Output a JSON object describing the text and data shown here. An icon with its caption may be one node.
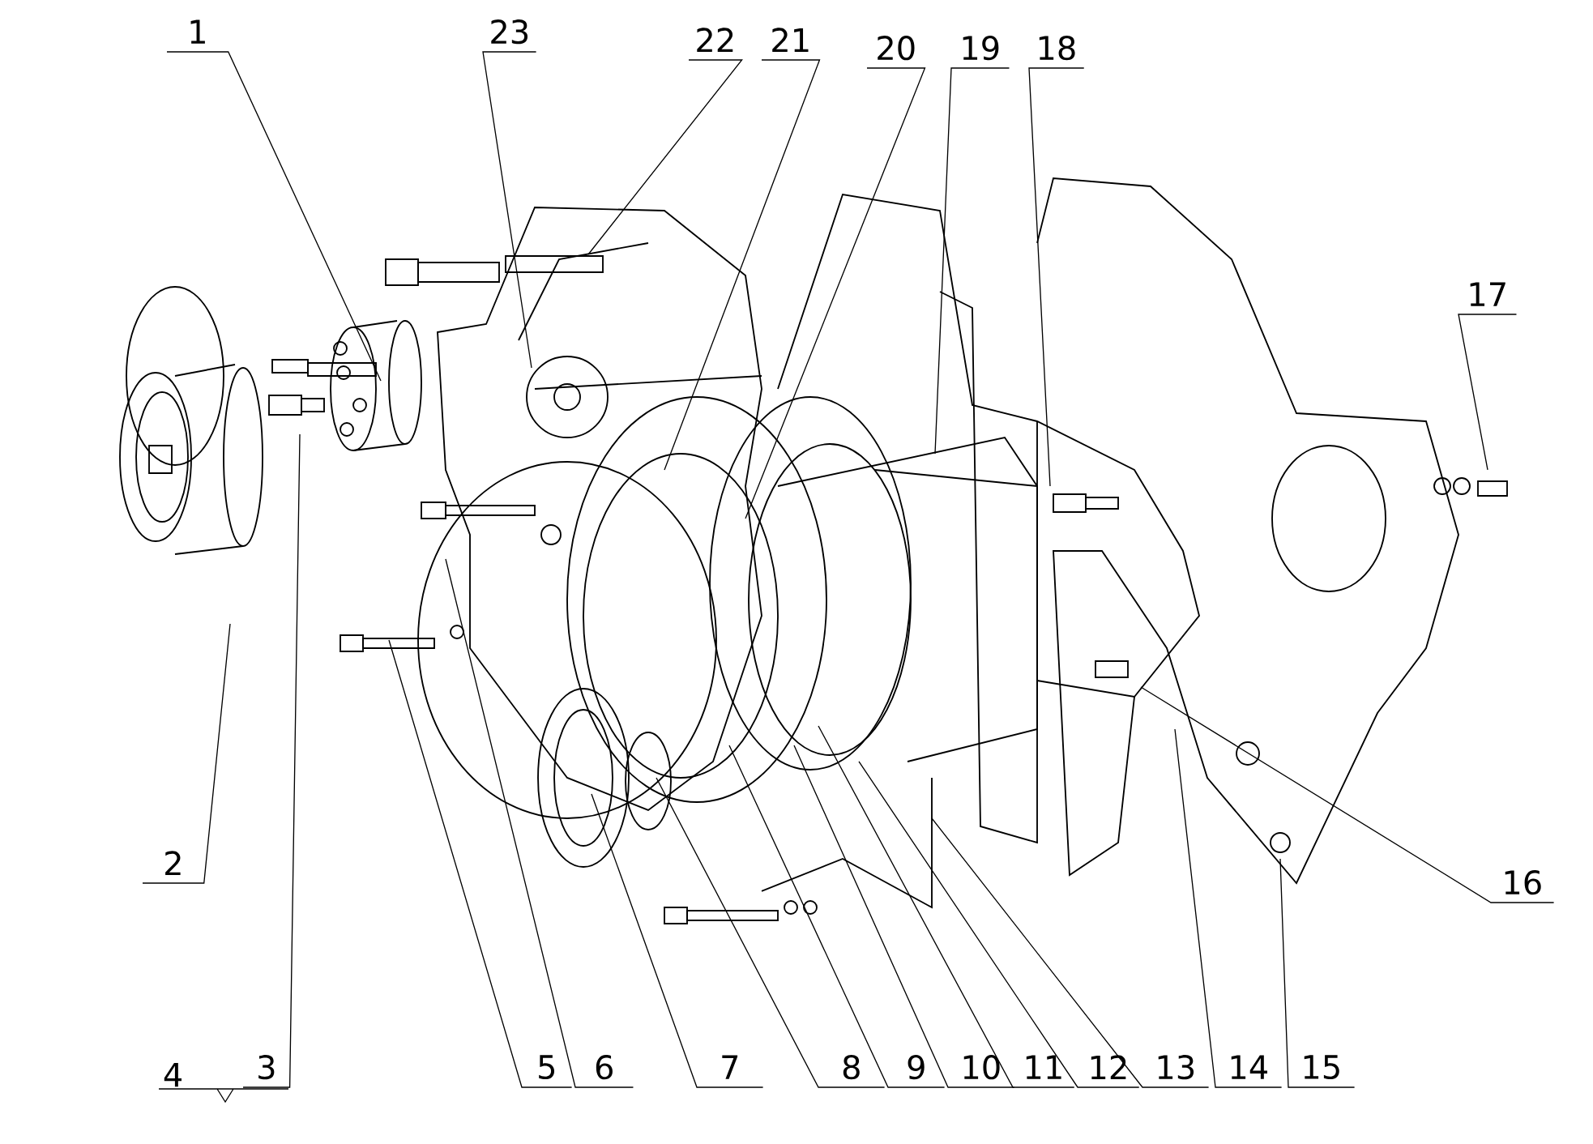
{
  "diagram": {
    "nodes": [
      {
        "text": [
          "1"
        ]
      },
      {
        "text": [
          "2"
        ]
      },
      {
        "text": [
          "3"
        ]
      },
      {
        "text": [
          "5"
        ]
      },
      {
        "text": [
          "6"
        ]
      },
      {
        "text": [
          "7"
        ]
      },
      {
        "text": [
          "8"
        ]
      },
      {
        "text": [
          "9"
        ]
      },
      {
        "text": [
          "10"
        ]
      },
      {
        "text": [
          "11"
        ]
      },
      {
        "text": [
          "12"
        ]
      },
      {
        "text": [
          "13"
        ]
      },
      {
        "text": [
          "14"
        ]
      },
      {
        "text": [
          "15"
        ]
      },
      {
        "text": [
          "16"
        ]
      },
      {
        "text": [
          "17"
        ]
      },
      {
        "text": [
          "18"
        ]
      },
      {
        "text": [
          "19"
        ]
      },
      {
        "text": [
          "20"
        ]
      },
      {
        "text": [
          "21"
        ]
      },
      {
        "text": [
          "22"
        ]
      },
      {
        "text": [
          "23"
        ]
      }
    ],
    "edges": [
      {
        "from": 0,
        "to": null,
        "arrow": "none"
      },
      {
        "from": 1,
        "to": null,
        "arrow": "none"
      },
      {
        "from": 2,
        "to": null,
        "arrow": "none"
      },
      {
        "from": 3,
        "to": null,
        "arrow": "none"
      },
      {
        "from": 4,
        "to": null,
        "arrow": "none"
      },
      {
        "from": 5,
        "to": null,
        "arrow": "none"
      },
      {
        "from": 6,
        "to": null,
        "arrow": "none"
      },
      {
        "from": 7,
        "to": null,
        "arrow": "none"
      },
      {
        "from": 8,
        "to": null,
        "arrow": "none"
      },
      {
        "from": 9,
        "to": null,
        "arrow": "none"
      },
      {
        "from": 10,
        "to": null,
        "arrow": "none"
      },
      {
        "from": 11,
        "to": null,
        "arrow": "none"
      },
      {
        "from": 12,
        "to": null,
        "arrow": "none"
      },
      {
        "from": 13,
        "to": null,
        "arrow": "none"
      },
      {
        "from": 14,
        "to": null,
        "arrow": "none"
      },
      {
        "from": 15,
        "to": null,
        "arrow": "none"
      },
      {
        "from": 16,
        "to": null,
        "arrow": "none"
      },
      {
        "from": 17,
        "to": null,
        "arrow": "none"
      },
      {
        "from": 18,
        "to": null,
        "arrow": "none"
      },
      {
        "from": 19,
        "to": null,
        "arrow": "none"
      },
      {
        "from": 20,
        "to": null,
        "arrow": "none"
      },
      {
        "from": 21,
        "to": null,
        "arrow": "none"
      }
    ],
    "labels": [
      "4"
    ]
  }
}
